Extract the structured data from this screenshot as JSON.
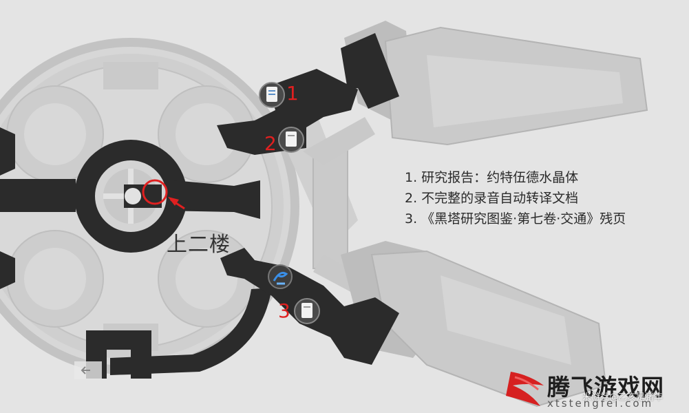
{
  "map": {
    "floor_label": "上二楼",
    "markers": [
      {
        "number": "1",
        "icon": "document-report-icon"
      },
      {
        "number": "2",
        "icon": "audio-log-icon"
      },
      {
        "number": "3",
        "icon": "book-page-icon"
      }
    ],
    "teleport_icon": "space-anchor-icon",
    "exit_icon": "arrow-left-icon"
  },
  "legend": {
    "items": [
      "1. 研究报告：约特伍德水晶体",
      "2. 不完整的录音自动转译文档",
      "3. 《黑塔研究图鉴·第七卷·交通》残页"
    ]
  },
  "branding": {
    "site_name": "腾飞游戏网",
    "site_url": "xtstengfei.com",
    "watermark": "米游社@乙亥是猪年"
  },
  "colors": {
    "background": "#e4e4e4",
    "path": "#2b2b2b",
    "marker_red": "#e02020",
    "teleport_blue": "#3a8fe8"
  }
}
